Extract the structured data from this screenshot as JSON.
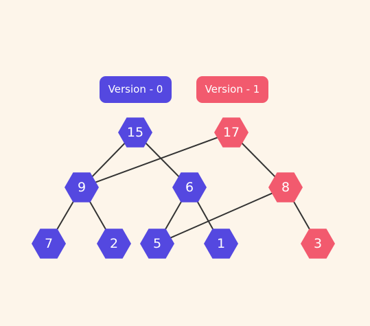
{
  "colors": {
    "background": "#fdf5ea",
    "version_0": "#5448e0",
    "version_1": "#f25a6e",
    "edge": "#333333"
  },
  "legend": {
    "version_0": "Version - 0",
    "version_1": "Version - 1"
  },
  "nodes": [
    {
      "id": "n15",
      "label": "15",
      "version": 0
    },
    {
      "id": "n9",
      "label": "9",
      "version": 0
    },
    {
      "id": "n6",
      "label": "6",
      "version": 0
    },
    {
      "id": "n7",
      "label": "7",
      "version": 0
    },
    {
      "id": "n2",
      "label": "2",
      "version": 0
    },
    {
      "id": "n5",
      "label": "5",
      "version": 0
    },
    {
      "id": "n1",
      "label": "1",
      "version": 0
    },
    {
      "id": "n17",
      "label": "17",
      "version": 1
    },
    {
      "id": "n8",
      "label": "8",
      "version": 1
    },
    {
      "id": "n3",
      "label": "3",
      "version": 1
    }
  ],
  "edges": [
    {
      "from": "n15",
      "to": "n9"
    },
    {
      "from": "n15",
      "to": "n6"
    },
    {
      "from": "n9",
      "to": "n7"
    },
    {
      "from": "n9",
      "to": "n2"
    },
    {
      "from": "n6",
      "to": "n5"
    },
    {
      "from": "n6",
      "to": "n1"
    },
    {
      "from": "n17",
      "to": "n9"
    },
    {
      "from": "n17",
      "to": "n8"
    },
    {
      "from": "n8",
      "to": "n5"
    },
    {
      "from": "n8",
      "to": "n3"
    }
  ]
}
